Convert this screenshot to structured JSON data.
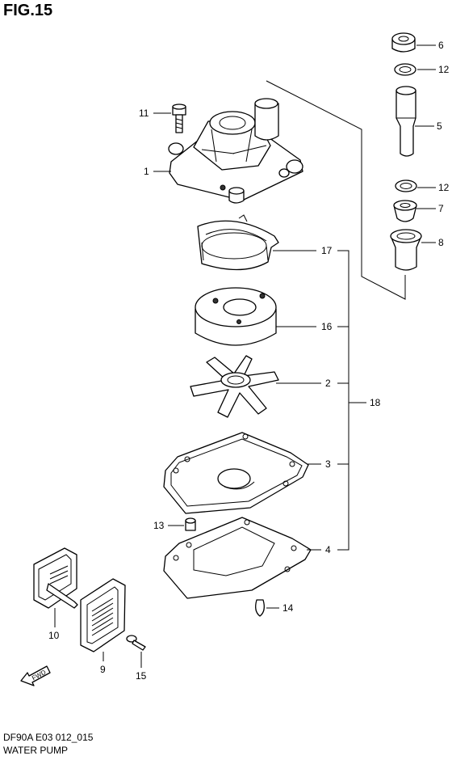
{
  "figure": {
    "title": "FIG.15",
    "model_code": "DF90A E03 012_015",
    "section_name": "WATER PUMP"
  },
  "callouts": {
    "c1": "1",
    "c2": "2",
    "c3": "3",
    "c4": "4",
    "c5": "5",
    "c6": "6",
    "c7": "7",
    "c8": "8",
    "c9": "9",
    "c10": "10",
    "c11": "11",
    "c12a": "12",
    "c12b": "12",
    "c13": "13",
    "c14": "14",
    "c15": "15",
    "c16": "16",
    "c17": "17",
    "c18": "18"
  },
  "fwd_label": "FWD"
}
